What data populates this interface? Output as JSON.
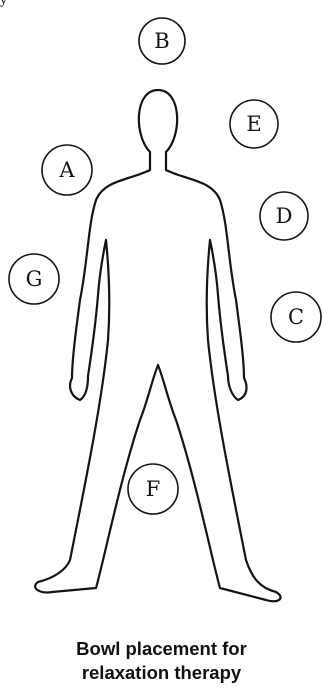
{
  "corner_fragment": "y",
  "bowls": [
    {
      "id": "bowl-a",
      "label": "A"
    },
    {
      "id": "bowl-b",
      "label": "B"
    },
    {
      "id": "bowl-c",
      "label": "C"
    },
    {
      "id": "bowl-d",
      "label": "D"
    },
    {
      "id": "bowl-e",
      "label": "E"
    },
    {
      "id": "bowl-f",
      "label": "F"
    },
    {
      "id": "bowl-g",
      "label": "G"
    }
  ],
  "caption": {
    "line1": "Bowl placement for",
    "line2": "relaxation therapy"
  },
  "colors": {
    "ink": "#141414",
    "background": "#ffffff"
  }
}
